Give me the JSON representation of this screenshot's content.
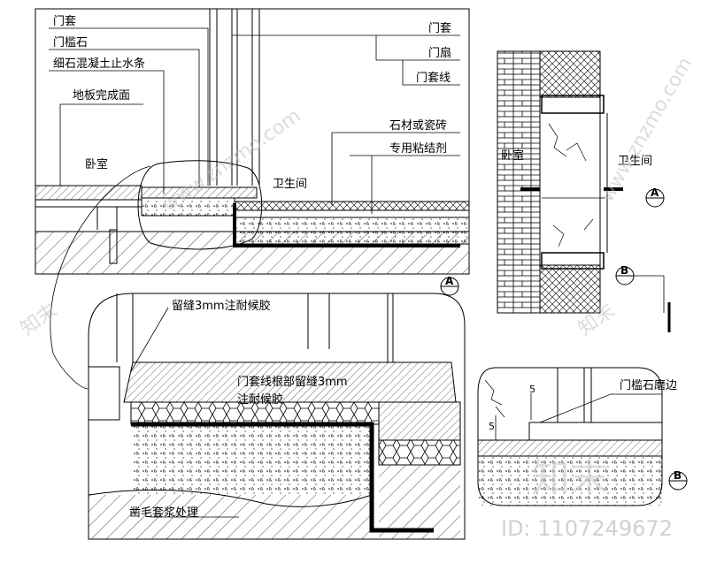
{
  "labels": {
    "door_frame_left": "门套",
    "threshold_stone": "门槛石",
    "fine_concrete_waterstop": "细石混凝土止水条",
    "floor_finish": "地板完成面",
    "door_frame_right": "门套",
    "door_leaf": "门扇",
    "door_trim": "门套线",
    "stone_or_tile": "石材或瓷砖",
    "special_adhesive": "专用粘结剂",
    "bedroom": "卧室",
    "bathroom": "卫生间",
    "gap_sealant": "留缝3mm注耐候胶",
    "trim_root_gap_1": "门套线根部留缝3mm",
    "trim_root_gap_2": "注耐候胶",
    "roughening": "凿毛套浆处理",
    "threshold_edge": "门槛石磨边",
    "dim_5a": "5",
    "dim_5b": "5",
    "plan_bedroom": "卧室",
    "plan_bathroom": "卫生间"
  },
  "markers": {
    "a_main": "A",
    "a_plan": "A",
    "b_plan": "B",
    "b_detail": "B"
  },
  "watermark": {
    "brand": "知末",
    "site": "www.znzmo.com",
    "id_text": "ID: 1107249672"
  },
  "colors": {
    "line": "#000000",
    "watermark": "#c0c0c0"
  }
}
